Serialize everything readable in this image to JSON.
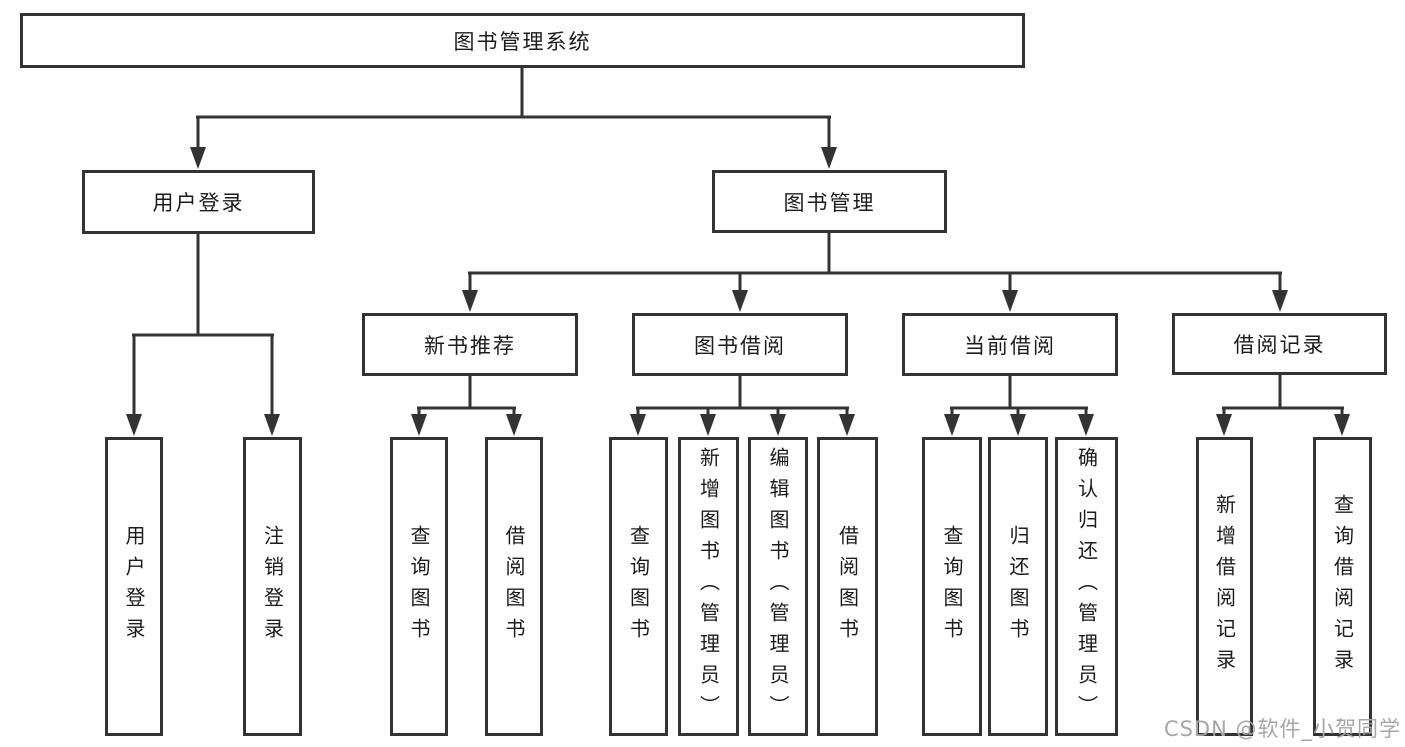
{
  "tree": {
    "label": "图书管理系统",
    "children": [
      {
        "label": "用户登录",
        "children": [
          {
            "label": "用户登录"
          },
          {
            "label": "注销登录"
          }
        ]
      },
      {
        "label": "图书管理",
        "children": [
          {
            "label": "新书推荐",
            "children": [
              {
                "label": "查询图书"
              },
              {
                "label": "借阅图书"
              }
            ]
          },
          {
            "label": "图书借阅",
            "children": [
              {
                "label": "查询图书"
              },
              {
                "label": "新增图书（管理员）"
              },
              {
                "label": "编辑图书（管理员）"
              },
              {
                "label": "借阅图书"
              }
            ]
          },
          {
            "label": "当前借阅",
            "children": [
              {
                "label": "查询图书"
              },
              {
                "label": "归还图书"
              },
              {
                "label": "确认归还（管理员）"
              }
            ]
          },
          {
            "label": "借阅记录",
            "children": [
              {
                "label": "新增借阅记录"
              },
              {
                "label": "查询借阅记录"
              }
            ]
          }
        ]
      }
    ]
  },
  "watermark": {
    "text": "CSDN @软件_小贺同学"
  },
  "colors": {
    "line": "#333333",
    "node_border": "#333333",
    "text": "#1c1c1c",
    "watermark": "#a6a6a6",
    "background": "#ffffff"
  }
}
